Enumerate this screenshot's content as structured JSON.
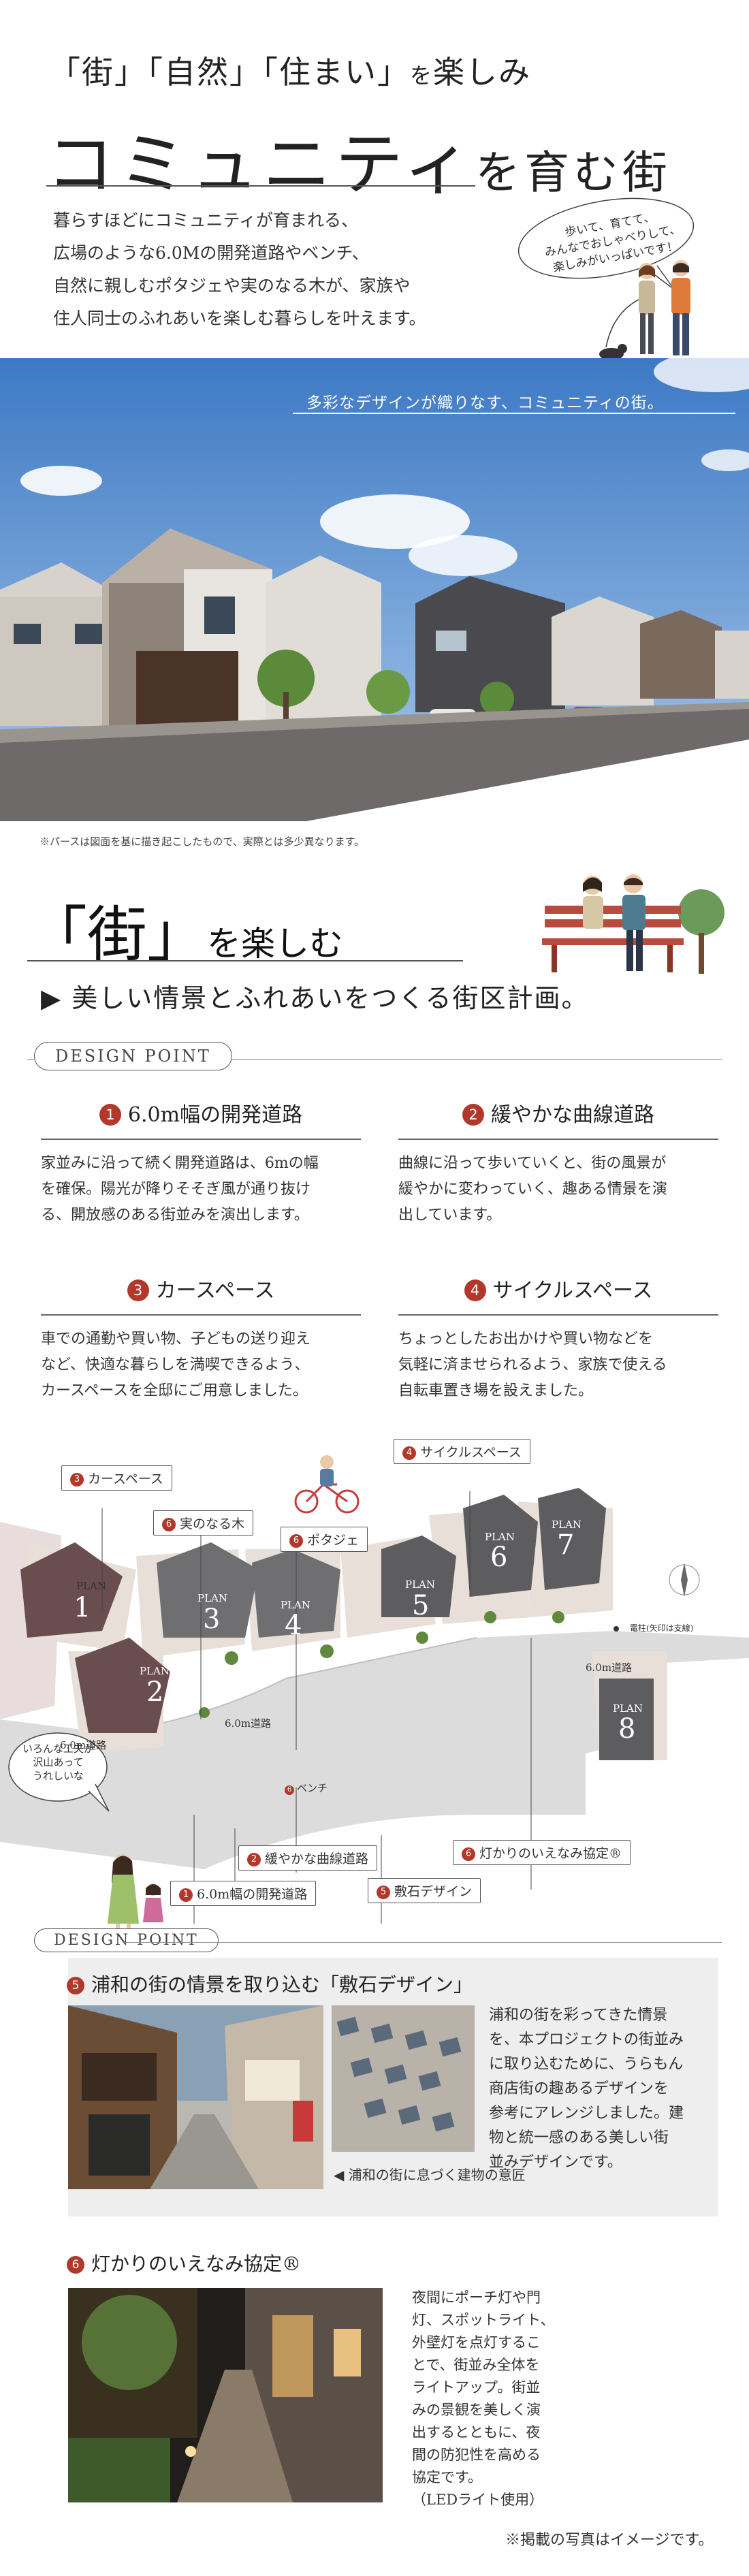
{
  "hero": {
    "sub_q1": "「街」",
    "sub_q2": "「自然」",
    "sub_q3": "「住まい」",
    "sub_wo": "を",
    "sub_tail": "楽しみ",
    "main_a": "コミュニティ",
    "main_wo": "を",
    "main_b": "育む街",
    "body": [
      "暮らすほどにコミュニティが育まれる、",
      "広場のような6.0Mの開発道路やベンチ、",
      "自然に親しむポタジェや実のなる木が、家族や",
      "住人同士のふれあいを楽しむ暮らしを叶えます。"
    ],
    "bubble": [
      "歩いて、育てて、",
      "みんなでおしゃべりして、",
      "楽しみがいっぱいです！"
    ]
  },
  "photo1": {
    "caption": "多彩なデザインが織りなす、コミュニティの街。",
    "note": "※パースは図面を基に描き起こしたもので、実際とは多少異なります。"
  },
  "machi": {
    "title_a": "「街」",
    "title_b": "を楽しむ",
    "subtitle": "▶ 美しい情景とふれあいをつくる街区計画。",
    "design_point": "DESIGN POINT"
  },
  "points": [
    {
      "num": "1",
      "title": "6.0m幅の開発道路",
      "body": [
        "家並みに沿って続く開発道路は、6mの幅",
        "を確保。陽光が降りそそぎ風が通り抜け",
        "る、開放感のある街並みを演出します。"
      ]
    },
    {
      "num": "2",
      "title": "緩やかな曲線道路",
      "body": [
        "曲線に沿って歩いていくと、街の風景が",
        "緩やかに変わっていく、趣ある情景を演",
        "出しています。"
      ]
    },
    {
      "num": "3",
      "title": "カースペース",
      "body": [
        "車での通勤や買い物、子どもの送り迎え",
        "など、快適な暮らしを満喫できるよう、",
        "カースペースを全邸にご用意しました。"
      ]
    },
    {
      "num": "4",
      "title": "サイクルスペース",
      "body": [
        "ちょっとしたお出かけや買い物などを",
        "気軽に済ませられるよう、家族で使える",
        "自転車置き場を設えました。"
      ]
    }
  ],
  "map": {
    "labels": {
      "car": "カースペース",
      "fruit": "実のなる木",
      "potager": "ポタジェ",
      "cycle": "サイクルスペース",
      "bench": "ベンチ",
      "curve": "緩やかな曲線道路",
      "road6": "6.0m幅の開発道路",
      "stone": "敷石デザイン",
      "light": "灯かりのいえなみ協定®"
    },
    "nums": {
      "car": "3",
      "fruit": "6",
      "potager": "6",
      "cycle": "4",
      "bench": "6",
      "curve": "2",
      "road6": "1",
      "stone": "5",
      "light": "6"
    },
    "plans": [
      "PLAN",
      "PLAN",
      "PLAN",
      "PLAN",
      "PLAN",
      "PLAN",
      "PLAN",
      "PLAN"
    ],
    "plan_nums": [
      "1",
      "2",
      "3",
      "4",
      "5",
      "6",
      "7",
      "8"
    ],
    "road_label": "6.0m道路",
    "pole_label": "電柱(矢印は支線)",
    "bubble": [
      "いろんな工夫が",
      "沢山あって",
      "うれしいな"
    ]
  },
  "dp2": {
    "design_point": "DESIGN POINT",
    "sec5_num": "5",
    "sec5_title": "浦和の街の情景を取り込む「敷石デザイン」",
    "sec5_body": [
      "浦和の街を彩ってきた情景",
      "を、本プロジェクトの街並み",
      "に取り込むために、うらもん",
      "商店街の趣あるデザインを",
      "参考にアレンジしました。建",
      "物と統一感のある美しい街",
      "並みデザインです。"
    ],
    "sec5_caption": "◀ 浦和の街に息づく建物の意匠",
    "sec6_num": "6",
    "sec6_title": "灯かりのいえなみ協定®",
    "sec6_body": [
      "夜間にポーチ灯や門",
      "灯、スポットライト、",
      "外壁灯を点灯するこ",
      "とで、街並み全体を",
      "ライトアップ。街並",
      "みの景観を美しく演",
      "出するとともに、夜",
      "間の防犯性を高める",
      "協定です。",
      "（LEDライト使用）"
    ],
    "final_note": "※掲載の写真はイメージです。"
  }
}
